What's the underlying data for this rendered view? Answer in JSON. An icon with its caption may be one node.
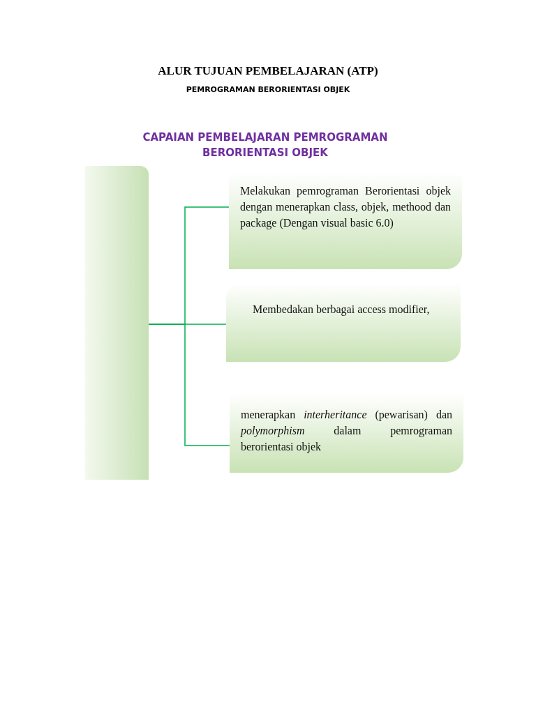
{
  "diagram": {
    "title": "ALUR TUJUAN PEMBELAJARAN (ATP)",
    "nodes": [
      {
        "text": [],
        "shape": "bar"
      },
      {
        "text": [
          "Melakukan pemrograman Berorientasi objek dengan menerapkan class, objek, methood dan package (Dengan visual basic 6.0)"
        ]
      },
      {
        "text": [
          "Membedakan berbagai access modifier,"
        ]
      },
      {
        "text": [
          "menerapkan *interheritance* (pewarisan) dan *polymorphism* dalam pemrograman berorientasi objek"
        ]
      }
    ],
    "edges": [
      {
        "from": 0,
        "to": 1,
        "arrow": "none"
      },
      {
        "from": 0,
        "to": 2,
        "arrow": "none"
      },
      {
        "from": 0,
        "to": 3,
        "arrow": "none"
      }
    ],
    "labels": [
      "PEMROGRAMAN BERORIENTASI OBJEK",
      "CAPAIAN PEMBELAJARAN PEMROGRAMAN BERORIENTASI OBJEK"
    ]
  }
}
